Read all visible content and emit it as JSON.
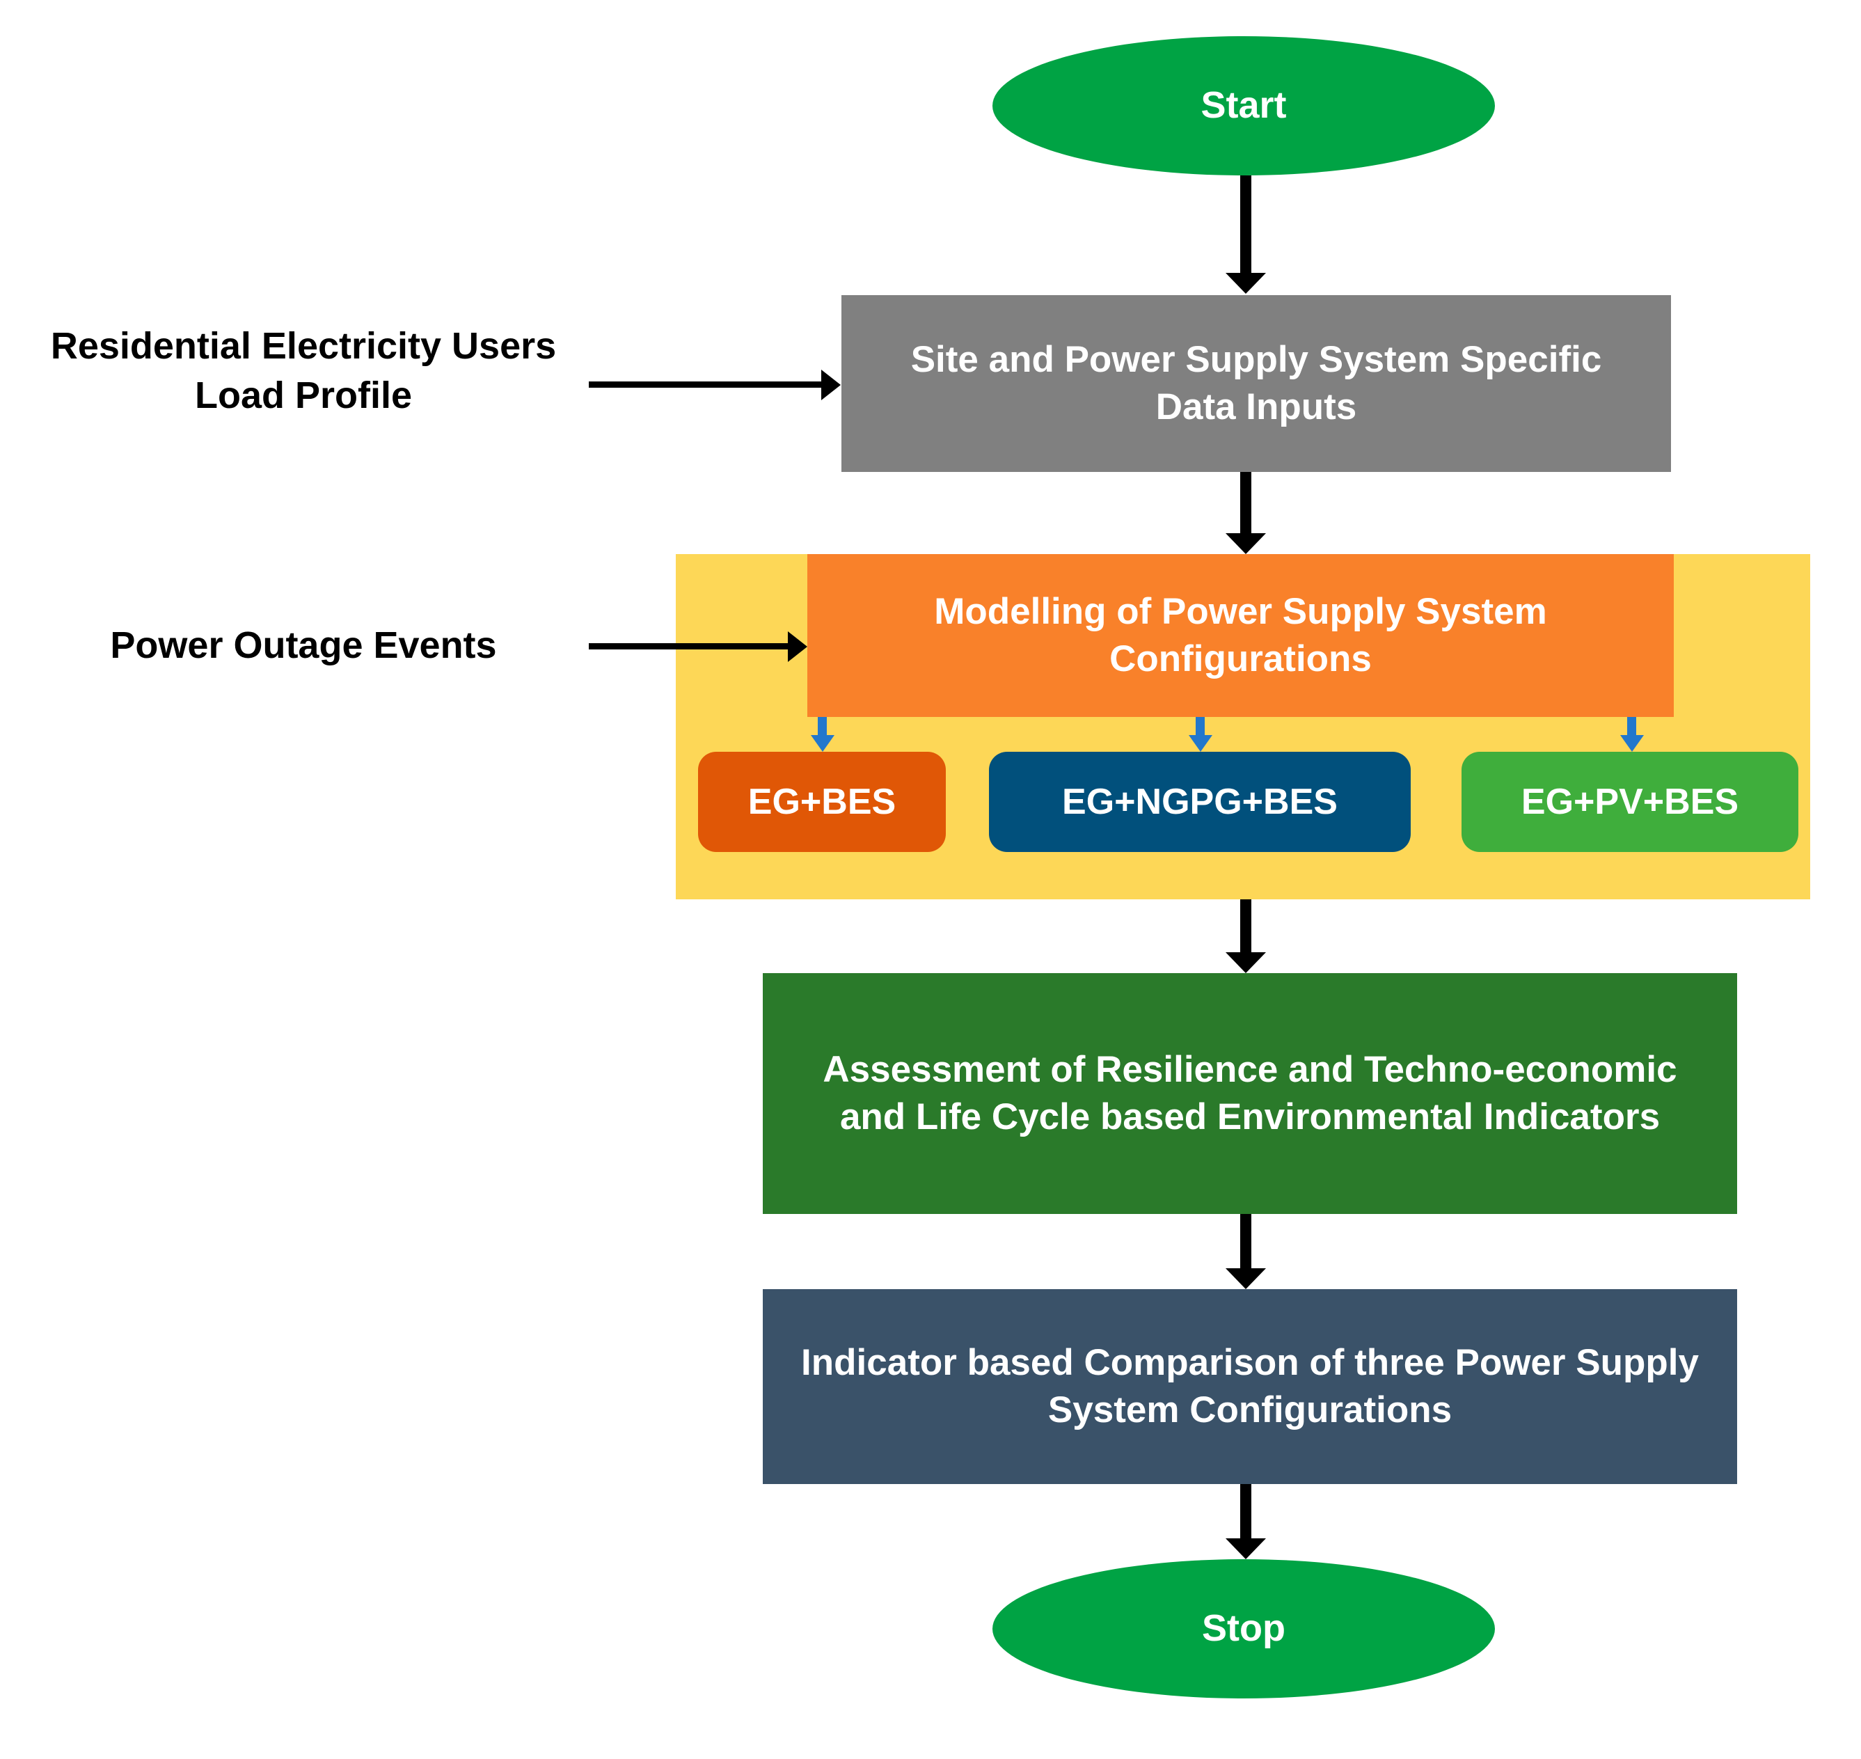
{
  "diagram": {
    "title": "Power Supply System Assessment Methodology Flowchart",
    "colors": {
      "start_stop_green": "#00A344",
      "inputs_gray": "#808080",
      "group_yellow": "#FDD757",
      "modelling_orange": "#F9812A",
      "config_eg_bes": "#E05706",
      "config_eg_ngpg_bes": "#01507C",
      "config_eg_pv_bes": "#3FAE3C",
      "assessment_green": "#2A7A2A",
      "comparison_slate": "#3A5269",
      "arrow_black": "#000000",
      "arrow_blue": "#2277CC"
    },
    "nodes": {
      "start": "Start",
      "inputs": "Site and Power Supply System Specific Data Inputs",
      "modelling": "Modelling of Power Supply System Configurations",
      "assessment": "Assessment of Resilience and Techno-economic and Life Cycle based Environmental Indicators",
      "comparison": "Indicator based Comparison of three Power Supply System Configurations",
      "stop": "Stop"
    },
    "configurations": [
      {
        "label": "EG+BES"
      },
      {
        "label": "EG+NGPG+BES"
      },
      {
        "label": "EG+PV+BES"
      }
    ],
    "side_labels": [
      {
        "text": "Residential Electricity Users Load Profile",
        "target": "inputs"
      },
      {
        "text": "Power Outage Events",
        "target": "modelling"
      }
    ]
  }
}
